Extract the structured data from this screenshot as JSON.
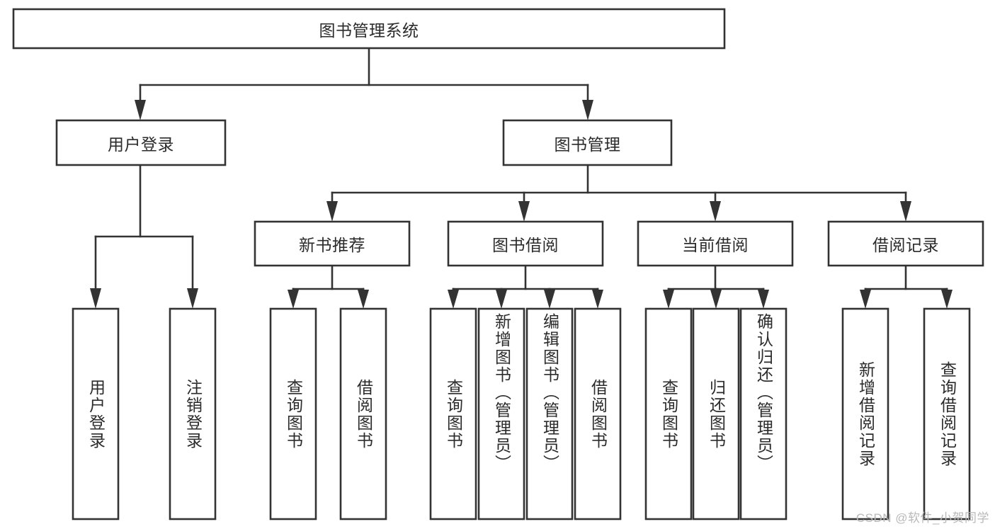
{
  "diagram": {
    "type": "tree-hierarchy",
    "title": "图书管理系统",
    "root": {
      "id": "root",
      "label": "图书管理系统",
      "orientation": "horizontal"
    },
    "level2": [
      {
        "id": "user-login",
        "label": "用户登录",
        "orientation": "horizontal"
      },
      {
        "id": "book-management",
        "label": "图书管理",
        "orientation": "horizontal"
      }
    ],
    "level3": [
      {
        "id": "new-book-recommend",
        "label": "新书推荐",
        "orientation": "horizontal",
        "parent": "book-management"
      },
      {
        "id": "book-borrow",
        "label": "图书借阅",
        "orientation": "horizontal",
        "parent": "book-management"
      },
      {
        "id": "current-borrow",
        "label": "当前借阅",
        "orientation": "horizontal",
        "parent": "book-management"
      },
      {
        "id": "borrow-record",
        "label": "借阅记录",
        "orientation": "horizontal",
        "parent": "book-management"
      }
    ],
    "leaves": [
      {
        "id": "leaf-user-login",
        "label": "用户登录",
        "orientation": "vertical",
        "parent": "user-login"
      },
      {
        "id": "leaf-logout-login",
        "label": "注销登录",
        "orientation": "vertical",
        "parent": "user-login"
      },
      {
        "id": "leaf-query-book-1",
        "label": "查询图书",
        "orientation": "vertical",
        "parent": "new-book-recommend"
      },
      {
        "id": "leaf-borrow-book-1",
        "label": "借阅图书",
        "orientation": "vertical",
        "parent": "new-book-recommend"
      },
      {
        "id": "leaf-query-book-2",
        "label": "查询图书",
        "orientation": "vertical",
        "parent": "book-borrow"
      },
      {
        "id": "leaf-add-book",
        "label": "新增图书（管理员）",
        "orientation": "vertical",
        "parent": "book-borrow"
      },
      {
        "id": "leaf-edit-book",
        "label": "编辑图书（管理员）",
        "orientation": "vertical",
        "parent": "book-borrow"
      },
      {
        "id": "leaf-borrow-book-2",
        "label": "借阅图书",
        "orientation": "vertical",
        "parent": "book-borrow"
      },
      {
        "id": "leaf-query-book-3",
        "label": "查询图书",
        "orientation": "vertical",
        "parent": "current-borrow"
      },
      {
        "id": "leaf-return-book",
        "label": "归还图书",
        "orientation": "vertical",
        "parent": "current-borrow"
      },
      {
        "id": "leaf-confirm-return",
        "label": "确认归还（管理员）",
        "orientation": "vertical",
        "parent": "current-borrow"
      },
      {
        "id": "leaf-add-record",
        "label": "新增借阅记录",
        "orientation": "vertical",
        "parent": "borrow-record"
      },
      {
        "id": "leaf-query-record",
        "label": "查询借阅记录",
        "orientation": "vertical",
        "parent": "borrow-record"
      }
    ],
    "colors": {
      "box_stroke": "#333333",
      "box_fill": "#ffffff",
      "text": "#2b2b2b",
      "connector": "#333333",
      "watermark": "#b9b9b9",
      "background": "#ffffff"
    }
  },
  "watermark": {
    "text": "CSDN @软件_小贺同学"
  }
}
